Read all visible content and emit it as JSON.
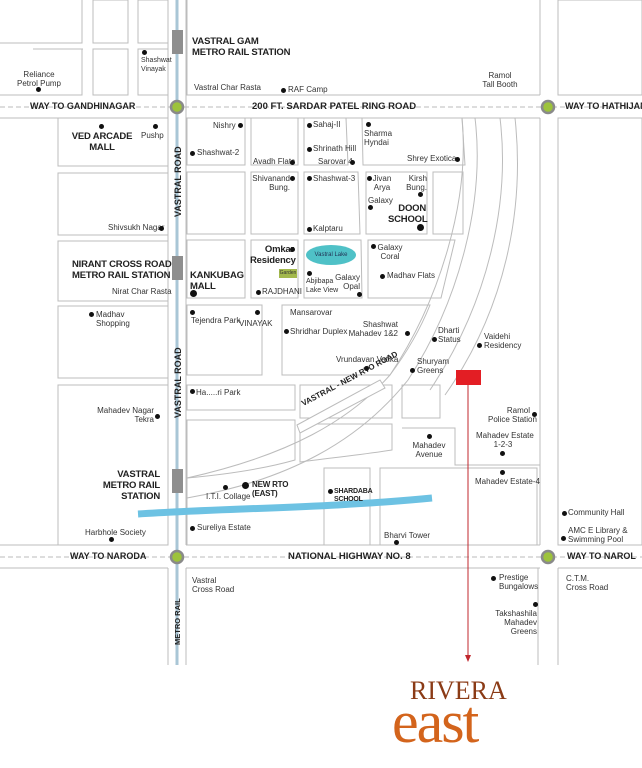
{
  "map": {
    "roads": {
      "ring_road": "200 FT. SARDAR PATEL RING ROAD",
      "highway": "NATIONAL HIGHWAY NO. 8",
      "vastral_road_upper": "VASTRAL ROAD",
      "vastral_road_lower": "VASTRAL ROAD",
      "metro_rail": "METRO RAIL",
      "new_rto_road": "VASTRAL - NEW RTO ROAD",
      "way_gandhinagar": "WAY TO GANDHINAGAR",
      "way_hathijan": "WAY TO HATHIJAN",
      "way_naroda": "WAY TO NARODA",
      "way_narol": "WAY TO NAROL"
    },
    "stations": {
      "vastral_gam": "VASTRAL GAM\nMETRO RAIL STATION",
      "nirant": "NIRANT CROSS ROAD\nMETRO RAIL STATION",
      "vastral": "VASTRAL\nMETRO RAIL\nSTATION"
    },
    "landmarks": {
      "reliance": "Reliance\nPetrol Pump",
      "shashwat_vinayak": "Shashwat\nVinayak",
      "vastral_char_rasta": "Vastral Char Rasta",
      "raf_camp": "RAF Camp",
      "ramol_toll": "Ramol\nTall Booth",
      "ved_arcade": "VED ARCADE\nMALL",
      "pushp": "Pushp",
      "nishry": "Nishry",
      "shashwat2": "Shashwat-2",
      "avadh": "Avadh Flats",
      "sahaj": "Sahaj-II",
      "shrinath": "Shrinath Hill",
      "sarovar": "Sarovar 4",
      "sharma": "Sharma\nHyndai",
      "shrey": "Shrey Exotica",
      "shivanand": "Shivanand\nBung.",
      "shashwat3": "Shashwat-3",
      "jivan": "Jivan\nArya",
      "kirsh": "Kirsh\nBung.",
      "galaxy": "Galaxy",
      "doon": "DOON\nSCHOOL",
      "kalptaru": "Kalptaru",
      "shivsukh": "Shivsukh Nagar",
      "kankubag": "KANKUBAG\nMALL",
      "omkar": "Omkar\nResidency",
      "garden": "Garden",
      "rajdhani": "RAJDHANI",
      "vastral_lake": "Vastral Lake",
      "abjibapa": "Abjibapa\nLake View",
      "galaxy_opal": "Galaxy\nOpal",
      "galaxy_coral": "Galaxy\nCoral",
      "madhav_flats": "Madhav Flats",
      "nirat_char": "Nirat Char Rasta",
      "madhav_shopping": "Madhav\nShopping",
      "tejendra": "Tejendra Park",
      "vinayak": "VINAYAK",
      "mansarovar": "Mansarovar",
      "shridhar": "Shridhar Duplex",
      "shashwat_mahadev": "Shashwat\nMahadev 1&2",
      "vrundavan": "Vrundavan Vatika",
      "dharti": "Dharti\nStatus",
      "shuryam": "Shuryam\nGreens",
      "vaidehi": "Vaidehi\nResidency",
      "harikrishna": "Ha.....ri Park",
      "mahadev_nagar": "Mahadev Nagar\nTekra",
      "ramol_police": "Ramol\nPolice Station",
      "mahadev_estate": "Mahadev Estate\n1-2-3",
      "mahadev_avenue": "Mahadev\nAvenue",
      "mahadev_estate4": "Mahadev Estate-4",
      "new_rto": "NEW RTO\n(EAST)",
      "iti": "I.T.I. Collage",
      "shardaba": "SHARDABA\nSCHOOL",
      "harbhole": "Harbhole Society",
      "sureliya": "Sureliya Estate",
      "bharvi": "Bharvi Tower",
      "community": "Community Hall",
      "amc": "AMC E Library &\nSwimming Pool",
      "vastral_cross": "Vastral\nCross Road",
      "prestige": "Prestige\nBungalows",
      "takshashila": "Takshashila\nMahadev\nGreens",
      "ctm": "C.T.M.\nCross Road"
    },
    "colors": {
      "metro_line": "#a9c6d6",
      "junction": "#9dc33b",
      "station_box": "#8e8e8e",
      "river": "#6dc2e3",
      "marker": "#e31e24",
      "lake": "#4fc1c7"
    }
  },
  "brand": {
    "line1": "RIVERA",
    "line2": "east"
  }
}
